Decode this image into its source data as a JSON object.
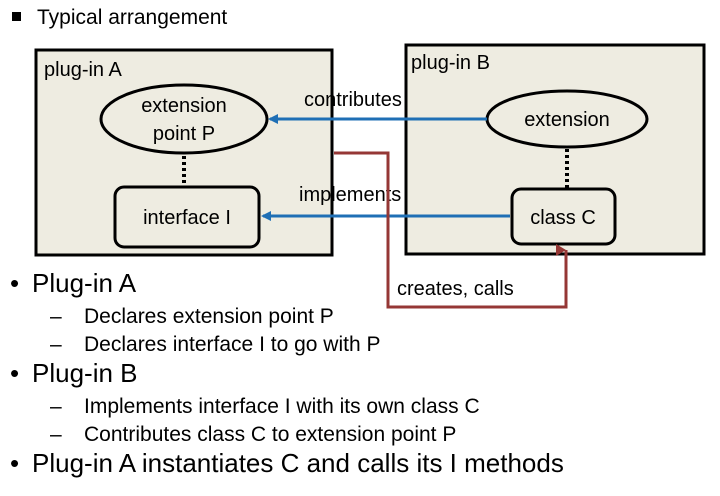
{
  "header": {
    "text": "Typical arrangement"
  },
  "diagram": {
    "plugin_a_label": "plug-in A",
    "plugin_b_label": "plug-in B",
    "extension_point_line1": "extension",
    "extension_point_line2": "point P",
    "interface_label": "interface I",
    "extension_label": "extension",
    "class_label": "class C",
    "contributes_label": "contributes",
    "implements_label": "implements",
    "creates_calls_label": "creates, calls",
    "colors": {
      "box_fill": "#eeece1",
      "arrow_blue": "#1f6fb5",
      "arrow_red": "#953735"
    }
  },
  "bullets": [
    {
      "text": "Plug-in A",
      "subs": [
        "Declares extension point P",
        "Declares interface I to go with P"
      ]
    },
    {
      "text": "Plug-in B",
      "subs": [
        "Implements interface I with its own class C",
        "Contributes class C to extension point P"
      ]
    },
    {
      "text": "Plug-in A instantiates C and calls its I methods",
      "subs": []
    }
  ]
}
